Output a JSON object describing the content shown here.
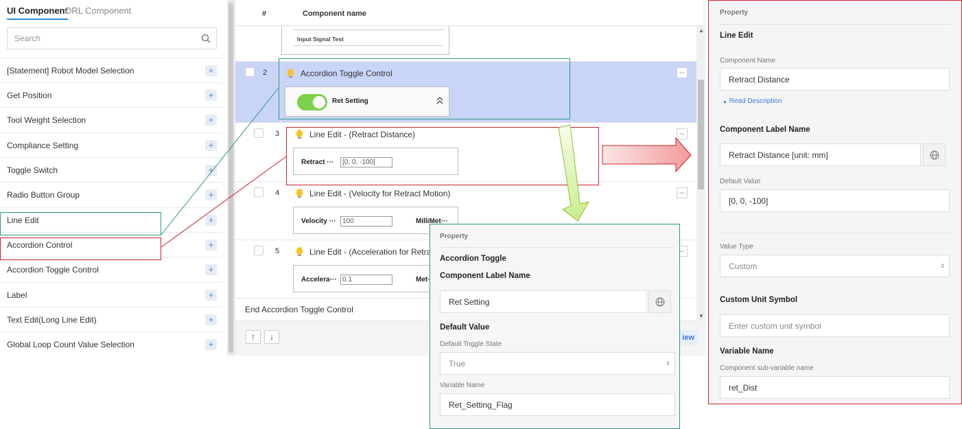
{
  "left": {
    "tabs": [
      "UI Component",
      "DRL Component"
    ],
    "search_placeholder": "Search",
    "items": [
      "[Statement] Robot Model Selection",
      "Get Position",
      "Tool Weight Selection",
      "Compliance Setting",
      "Toggle Switch",
      "Radio Button Group",
      "Line Edit",
      "Accordion Control",
      "Accordion Toggle Control",
      "Label",
      "Text Edit(Long Line Edit)",
      "Global Loop Count Value Selection"
    ],
    "plus_symbol": "+"
  },
  "mid": {
    "col_num": "#",
    "col_name": "Component name",
    "top_snippet": "Input Signal Test",
    "rows": [
      {
        "num": "2",
        "title": "Accordion Toggle Control",
        "toggle_label": "Ret Setting"
      },
      {
        "num": "3",
        "title": "Line Edit - (Retract Distance)",
        "field_label": "Retract ···",
        "field_value": "[0, 0, -100]"
      },
      {
        "num": "4",
        "title": "Line Edit - (Velocity for Retract Motion)",
        "field_label": "Velocity ···",
        "field_value": "100",
        "unit": "MilliMet···"
      },
      {
        "num": "5",
        "title": "Line Edit - (Acceleration for Retract M",
        "field_label": "Accelera···",
        "field_value": "0.1",
        "unit": "Met·"
      }
    ],
    "end_label": "End Accordion Toggle Control",
    "up_btn": "↑",
    "down_btn": "↓",
    "view_btn": "iew",
    "minus_symbol": "–"
  },
  "prop_right": {
    "header": "Property",
    "type": "Line Edit",
    "component_name_label": "Component Name",
    "component_name": "Retract Distance",
    "read_description": "Read Description",
    "label_name_heading": "Component Label Name",
    "label_name": "Retract Distance [unit: mm]",
    "default_value_label": "Default Value",
    "default_value": "[0, 0, -100]",
    "value_type_label": "Value Type",
    "value_type": "Custom",
    "custom_unit_heading": "Custom Unit Symbol",
    "custom_unit_placeholder": "Enter custom unit symbol",
    "variable_name_heading": "Variable Name",
    "sub_variable_label": "Component sub-variable name",
    "variable_name": "ret_Dist"
  },
  "prop_popup": {
    "header": "Property",
    "type": "Accordion Toggle",
    "label_name_heading": "Component Label Name",
    "label_name": "Ret Setting",
    "default_value_heading": "Default Value",
    "toggle_state_label": "Default Toggle State",
    "toggle_state": "True",
    "variable_name_label": "Variable Name",
    "variable_name": "Ret_Setting_Flag"
  },
  "colors": {
    "teal_highlight": "#2d9980",
    "red_highlight": "#c8232c",
    "selected_row": "#c9d5f7",
    "toggle_green": "#7ed14a",
    "link_blue": "#3a7bd5"
  }
}
